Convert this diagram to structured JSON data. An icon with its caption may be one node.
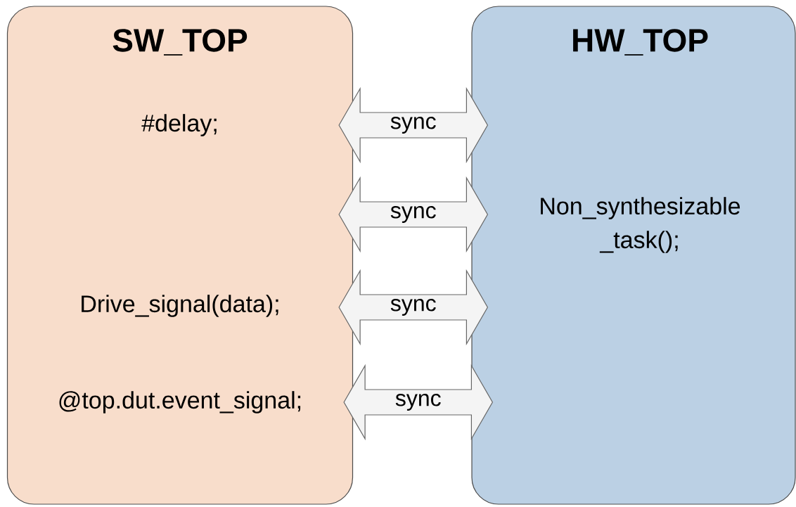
{
  "diagram": {
    "nodes": [
      {
        "text": [
          "SW_TOP",
          "#delay;",
          "Drive_signal(data);",
          "@top.dut.event_signal;"
        ]
      },
      {
        "text": [
          "HW_TOP",
          "Non_synthesizable _task();"
        ]
      }
    ],
    "edges": [
      {
        "from": 0,
        "to": 1,
        "arrow": "both",
        "label": "sync"
      },
      {
        "from": 0,
        "to": 1,
        "arrow": "both",
        "label": "sync"
      },
      {
        "from": 0,
        "to": 1,
        "arrow": "both",
        "label": "sync"
      },
      {
        "from": 0,
        "to": 1,
        "arrow": "both",
        "label": "sync"
      }
    ]
  }
}
